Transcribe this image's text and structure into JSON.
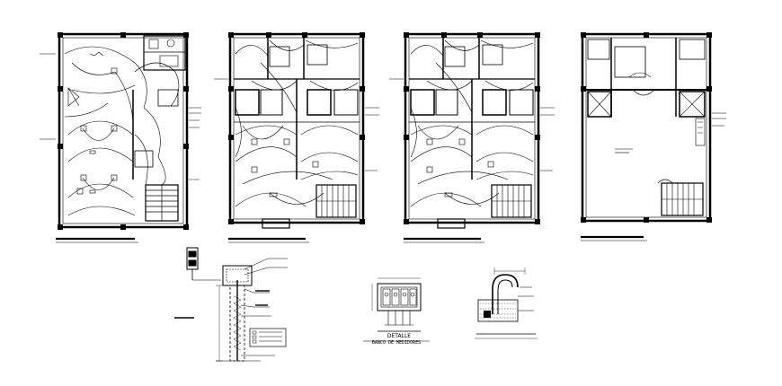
{
  "drawing": {
    "plans": [
      {
        "id": "plan-1"
      },
      {
        "id": "plan-2"
      },
      {
        "id": "plan-3"
      },
      {
        "id": "plan-4"
      }
    ],
    "details": {
      "meter_bank_title": "DETALLE",
      "meter_bank_subtitle": "BANCO DE MEDIDORES"
    }
  }
}
